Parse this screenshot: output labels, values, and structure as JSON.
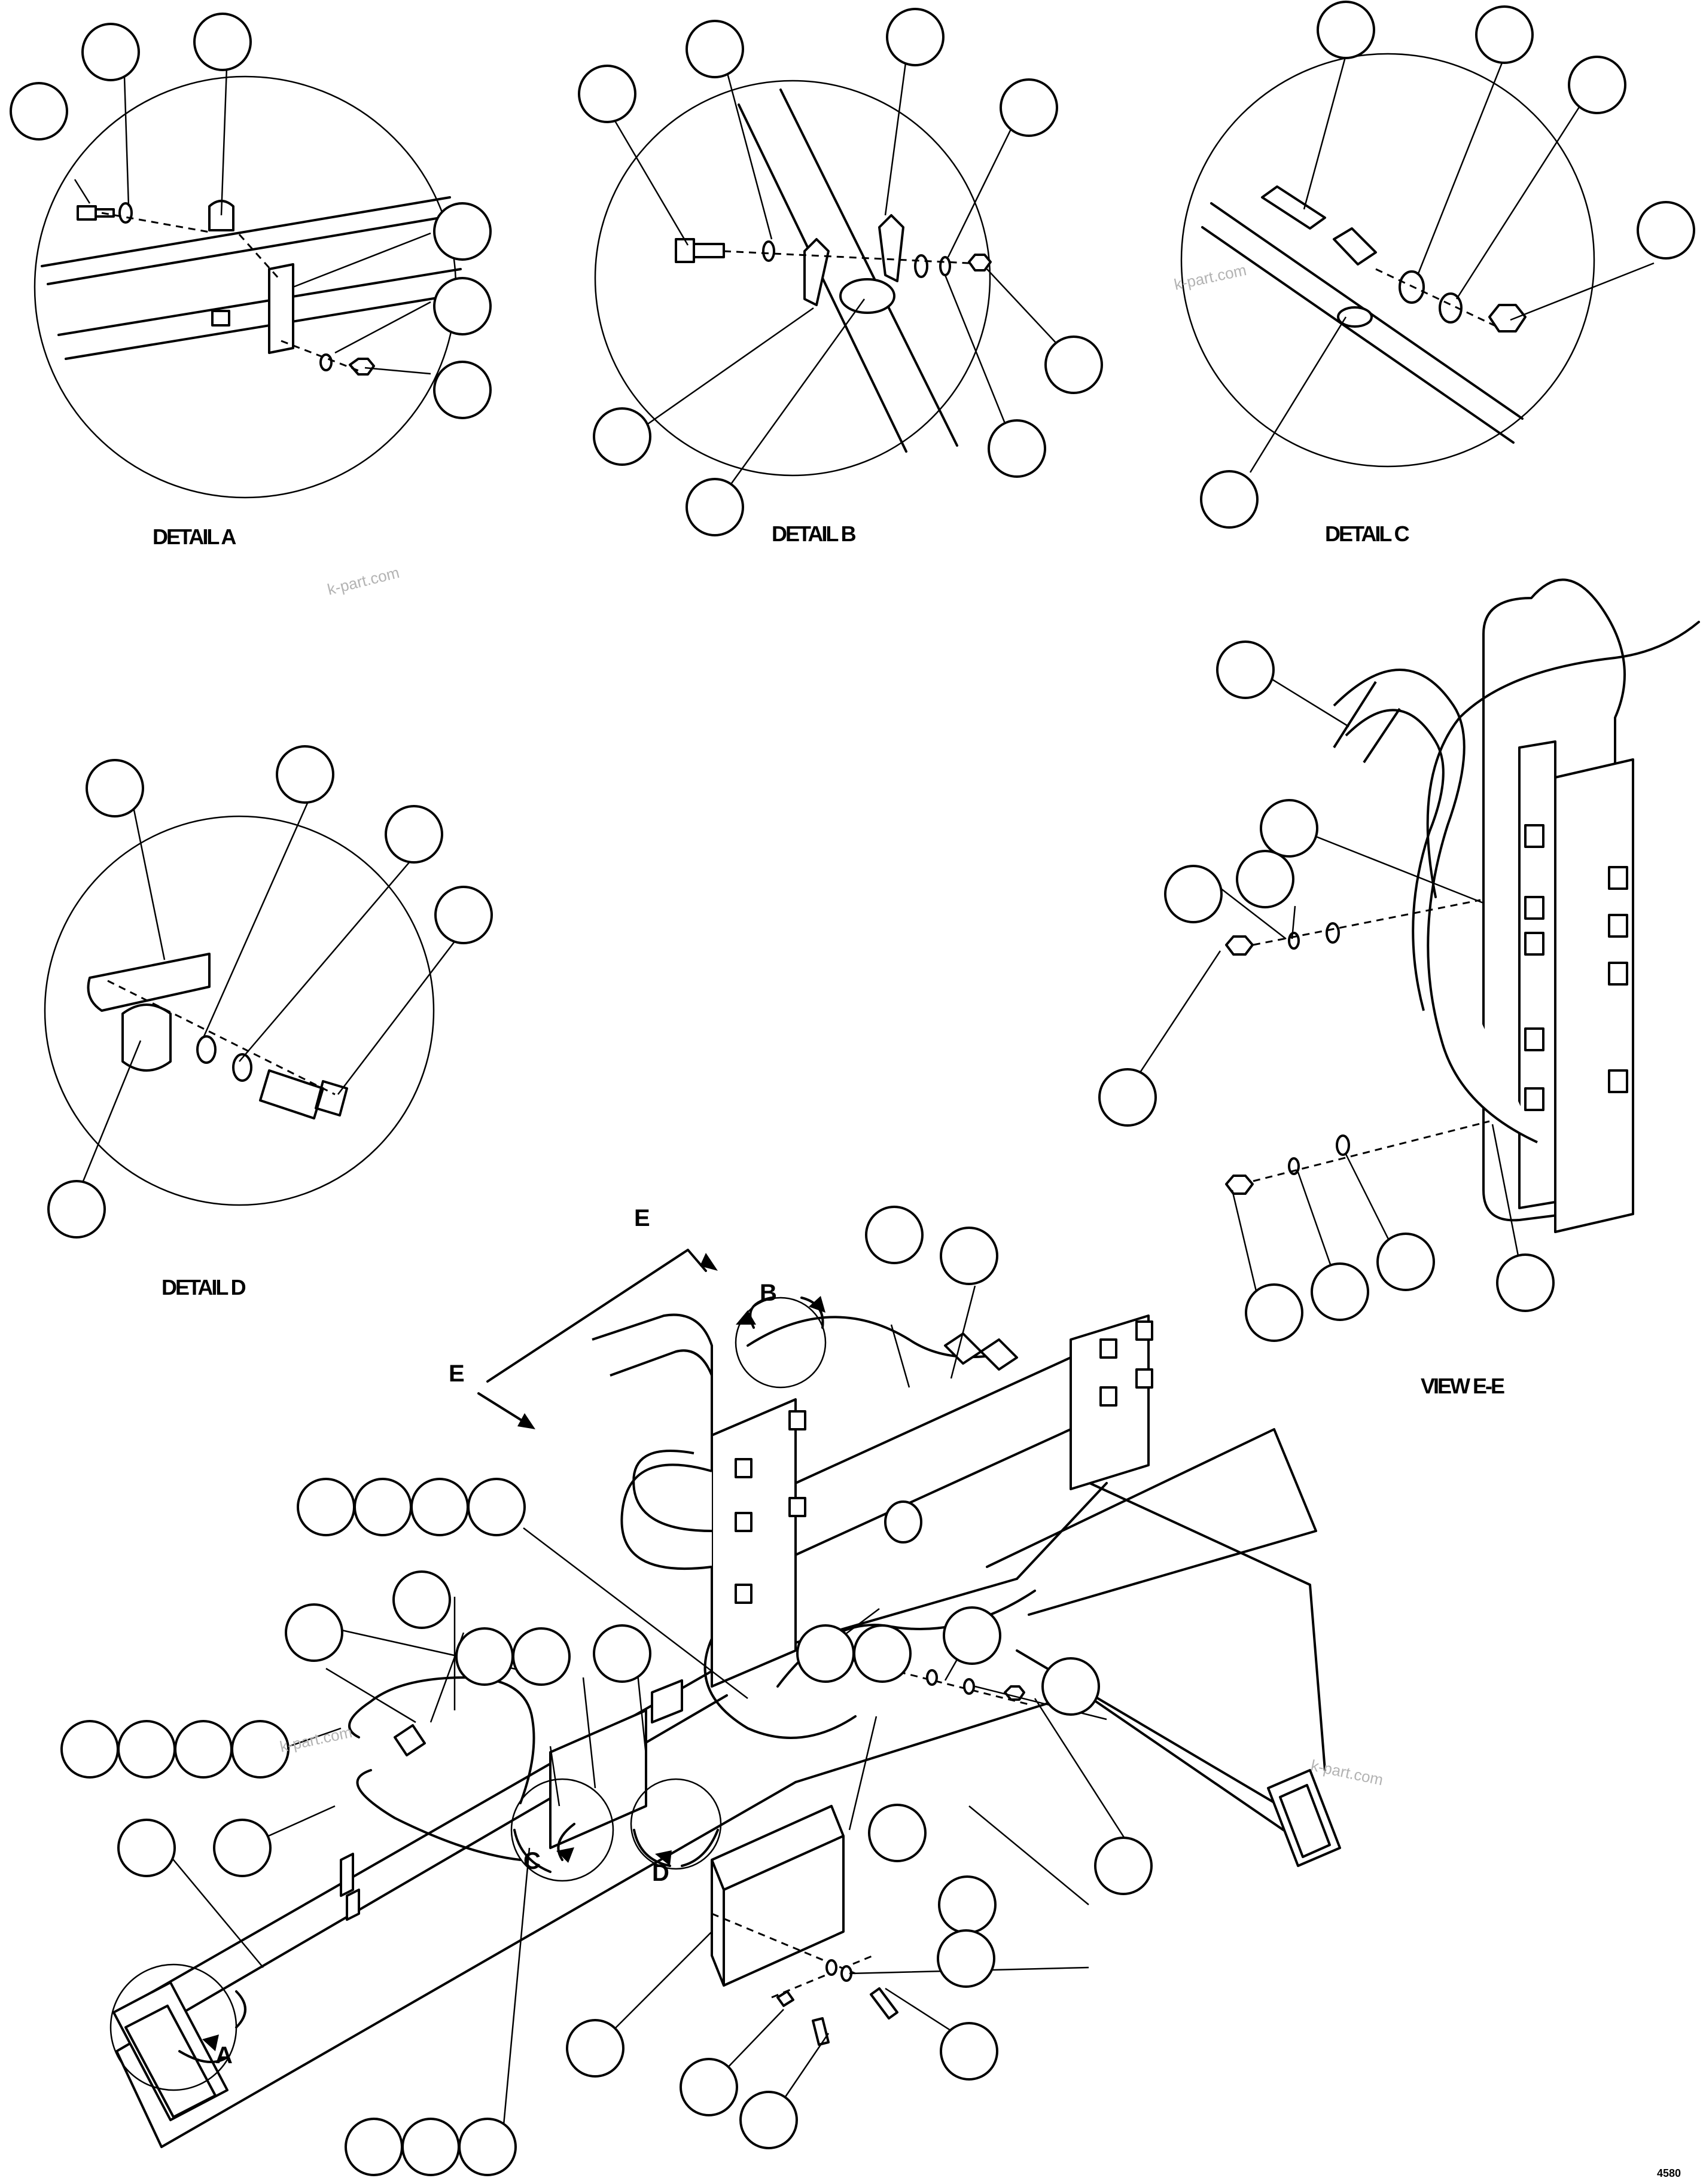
{
  "detail_labels": {
    "a": "DETAIL A",
    "b": "DETAIL B",
    "c": "DETAIL C",
    "d": "DETAIL D",
    "view_e": "VIEW E-E"
  },
  "section_letters": {
    "e_top": "E",
    "e_left": "E",
    "a": "A",
    "b": "B",
    "c": "C",
    "d": "D"
  },
  "watermarks": [
    "k-part.com",
    "k-part.com",
    "k-part.com",
    "k-part.com"
  ],
  "document_number": "4580"
}
